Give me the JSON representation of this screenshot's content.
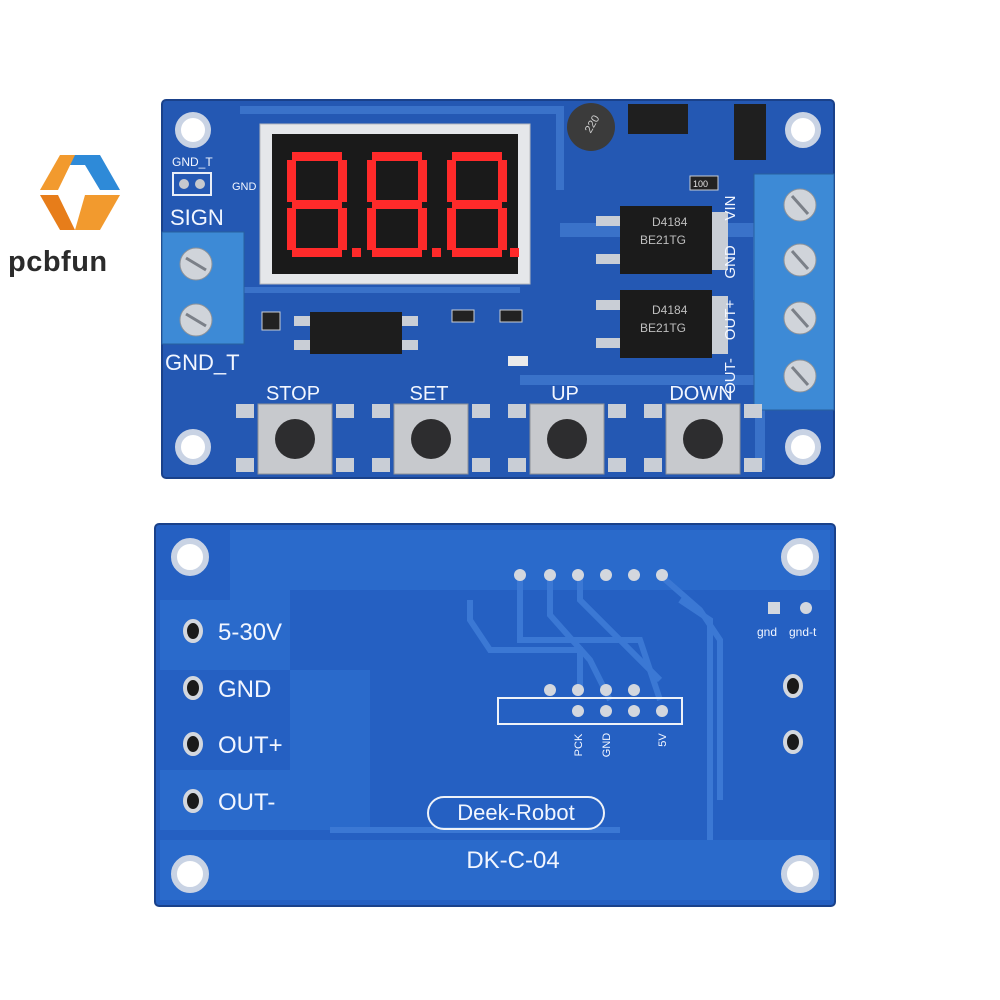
{
  "brand": {
    "name": "pcbfun",
    "logo_icon": "pcbfun-logo-icon",
    "colors": {
      "orange": "#f29a2e",
      "blue": "#2e8ad8"
    }
  },
  "top_board": {
    "display_digits": "8.8.8.",
    "labels": {
      "gnd_t_small": "GND_T",
      "gnd_small": "GND",
      "sign": "SIGN",
      "gnd_t": "GND_T",
      "vin": "VIN",
      "gnd": "GND",
      "out_plus": "OUT+",
      "out_minus": "OUT-",
      "chip1": "D4184",
      "chip1_sub": "BE21TG",
      "chip2": "D4184",
      "chip2_sub": "BE21TG",
      "inductor": "220",
      "resistor": "100"
    },
    "buttons": [
      {
        "label": "STOP"
      },
      {
        "label": "SET"
      },
      {
        "label": "UP"
      },
      {
        "label": "DOWN"
      }
    ]
  },
  "bottom_board": {
    "labels": {
      "v_range": "5-30V",
      "gnd": "GND",
      "out_plus": "OUT+",
      "out_minus": "OUT-",
      "gnd_small": "gnd",
      "gnd_t_small": "gnd-t",
      "pck": "PCK",
      "gnd_vertical": "GND",
      "v5": "5V",
      "maker": "Deek-Robot",
      "model": "DK-C-04"
    }
  },
  "colors": {
    "pcb": "#2458b3",
    "pcb_light": "#3f7ad0",
    "display_red": "#ff2a2a",
    "terminal_blue": "#3d8ad6"
  }
}
